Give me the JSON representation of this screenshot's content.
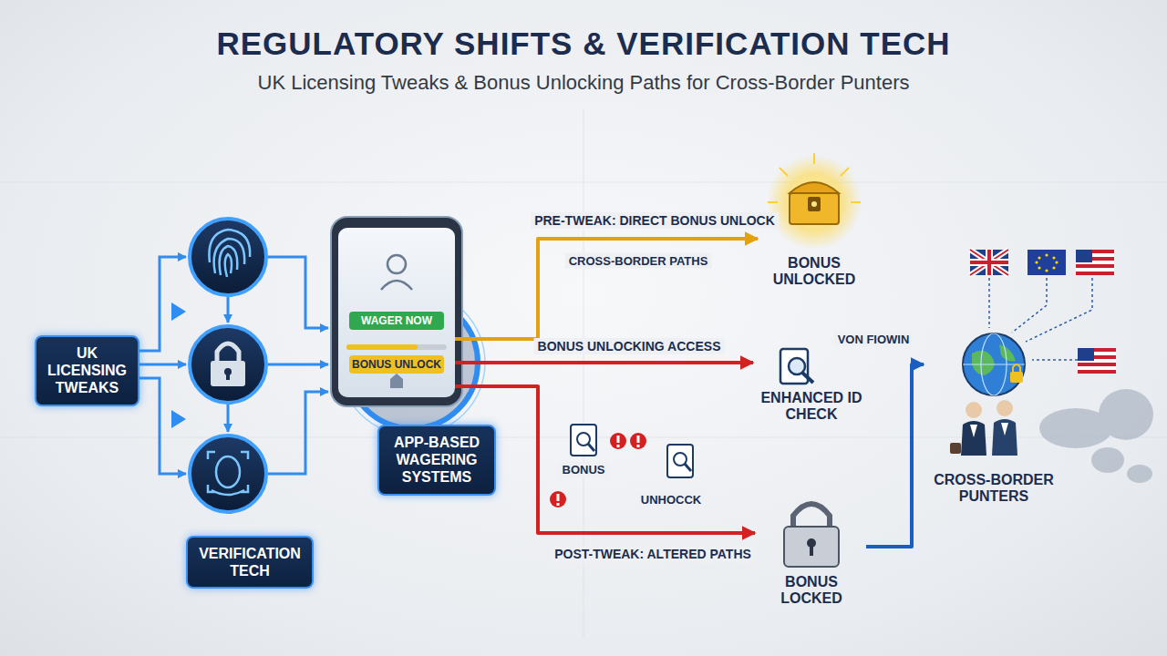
{
  "diagram": {
    "title": "REGULATORY SHIFTS & VERIFICATION TECH",
    "caption": "UK Licensing Tweaks & Bonus Unlocking Paths for Cross-Border Punters",
    "nodes": [
      {
        "text": [
          "UK LICENSING TWEAKS"
        ]
      },
      {
        "text": [
          "VERIFICATION TECH"
        ]
      },
      {
        "text": [
          "WAGER NOW",
          "BONUS UNLOCK"
        ]
      },
      {
        "text": [
          "APP-BASED WAGERING SYSTEMS"
        ]
      },
      {
        "text": [
          "BONUS UNLOCKED"
        ]
      },
      {
        "text": [
          "ENHANCED ID CHECK"
        ]
      },
      {
        "text": [
          "BONUS LOCKED"
        ]
      },
      {
        "text": [
          "CROSS-BORDER PUNTERS"
        ]
      }
    ],
    "edges": [
      {
        "from": 2,
        "to": 4,
        "arrow": "to",
        "label": "PRE-TWEAK: DIRECT BONUS UNLOCK"
      },
      {
        "from": 2,
        "to": 5,
        "arrow": "to",
        "label": "BONUS UNLOCKING ACCESS"
      },
      {
        "from": 2,
        "to": 6,
        "arrow": "to",
        "label": "POST-TWEAK: ALTERED PATHS"
      },
      {
        "from": 6,
        "to": 7,
        "arrow": "to",
        "label": "VON FIOWIN"
      }
    ],
    "labels": [
      "CROSS-BORDER PATHS",
      "BONUS",
      "UNHOCCK"
    ]
  }
}
